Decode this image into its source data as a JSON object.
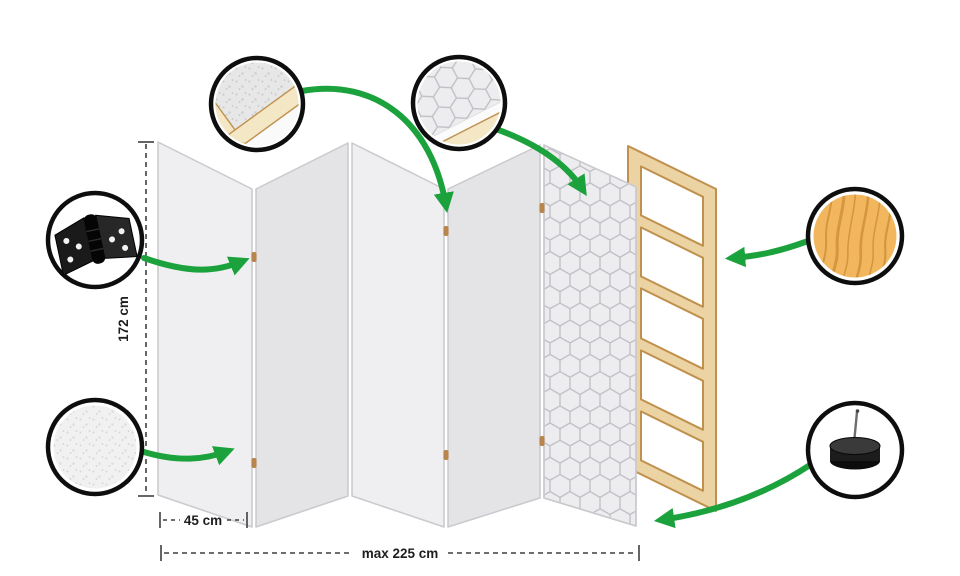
{
  "labels": {
    "height": "172 cm",
    "panel_width": "45 cm",
    "max_width": "max 225 cm"
  },
  "colors": {
    "arrow_green": "#1ca23c",
    "callout_ring": "#0e0e0e",
    "dimension": "#3f3f3f",
    "panel_fill_front": "#efeff1",
    "panel_fill_back": "#e4e4e7",
    "pattern_base": "#ededef",
    "panel_stroke": "#c9c9ce",
    "pattern_line": "#bdbdc4",
    "frame_fill": "#ecd3a4",
    "frame_stroke": "#c0904d",
    "hinge_dot": "#b9854a",
    "hinge_metal": "#1a1a1a",
    "fleece_bg": "#f1f1f1",
    "wood_base": "#f2b75e",
    "wood_grain": "#d5973e",
    "foot_black": "#1c1c1c"
  },
  "screen": {
    "panel_count": 5,
    "plain_panel_count": 4,
    "patterned_panel_count": 1,
    "frame_rung_count": 4
  },
  "callouts": [
    {
      "icon": "hinge-icon",
      "meaning": "metal hinge joining panels"
    },
    {
      "icon": "fleece-icon",
      "meaning": "non-woven fleece surface"
    },
    {
      "icon": "frame-corner-icon",
      "meaning": "frame corner construction"
    },
    {
      "icon": "pattern-corner-icon",
      "meaning": "printed geometric fabric over frame"
    },
    {
      "icon": "wood-icon",
      "meaning": "natural pine wood frame material"
    },
    {
      "icon": "foot-icon",
      "meaning": "protective foot pad"
    }
  ]
}
